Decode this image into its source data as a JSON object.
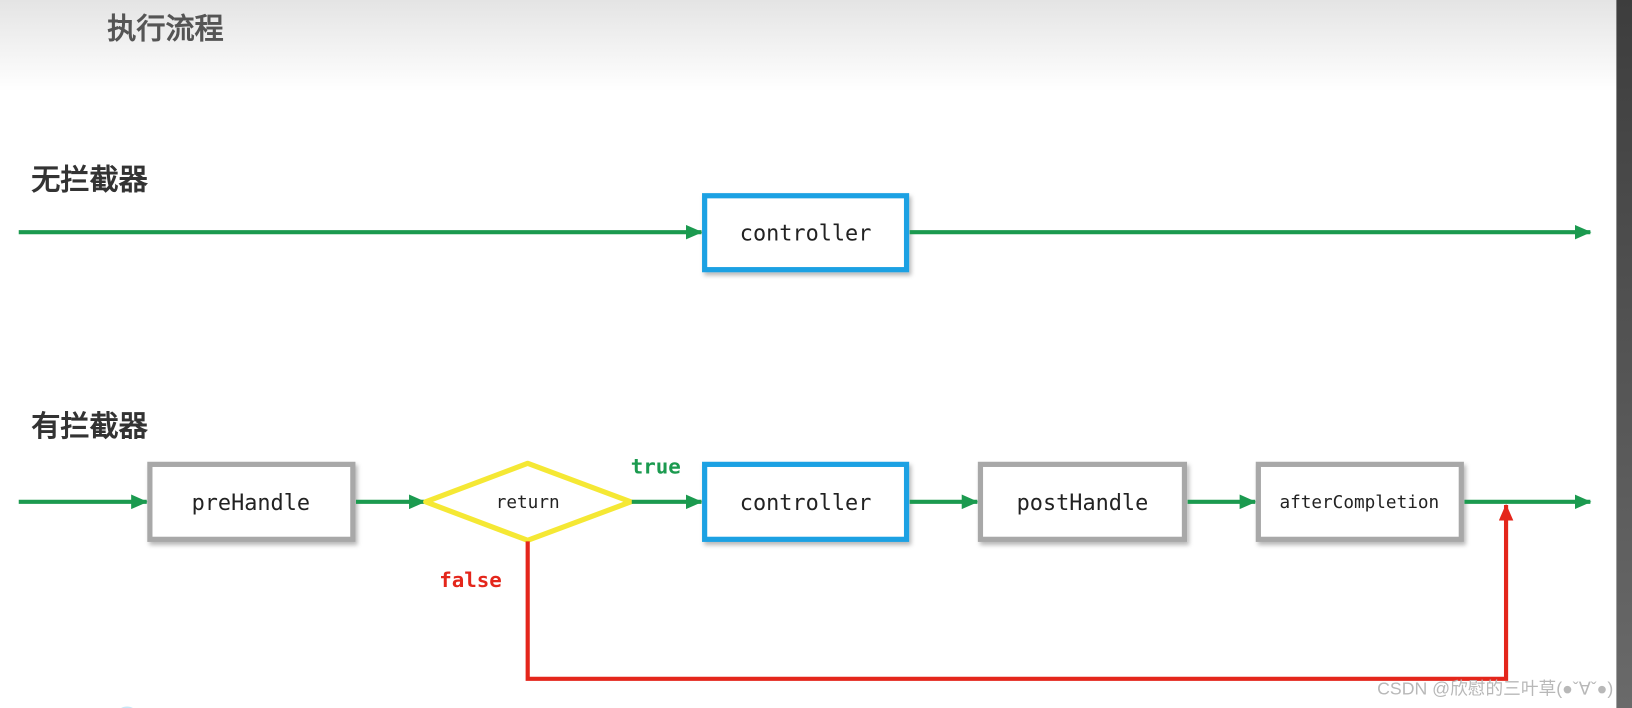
{
  "title": "执行流程",
  "no_interceptor": {
    "label": "无拦截器",
    "controller": "controller"
  },
  "with_interceptor": {
    "label": "有拦截器",
    "pre_handle": "preHandle",
    "decision": "return",
    "true_label": "true",
    "false_label": "false",
    "controller": "controller",
    "post_handle": "postHandle",
    "after_completion": "afterCompletion"
  },
  "watermark": "CSDN @欣慰的三叶草(●ˇ∀ˇ●)",
  "colors": {
    "flow_arrow": "#1b9a4f",
    "controller_border": "#1ea1e3",
    "interceptor_border": "#a8a8a8",
    "decision_border": "#f5e834",
    "false_path": "#e4261b",
    "true_label": "#1b9a4f",
    "false_label": "#e4261b"
  },
  "icons": {
    "arrow": "arrow-head-icon"
  }
}
